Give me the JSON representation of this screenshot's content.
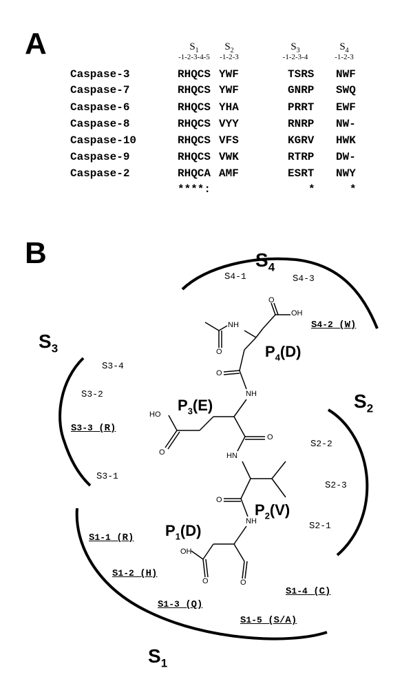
{
  "panels": {
    "a": {
      "letter": "A"
    },
    "b": {
      "letter": "B"
    }
  },
  "subsites_header": [
    {
      "label": "S",
      "sub": "1",
      "positions": "-1-2-3-4-5"
    },
    {
      "label": "S",
      "sub": "2",
      "positions": "-1-2-3"
    },
    {
      "label": "S",
      "sub": "3",
      "positions": "-1-2-3-4"
    },
    {
      "label": "S",
      "sub": "4",
      "positions": "-1-2-3"
    }
  ],
  "alignment": [
    {
      "name": "Caspase-3",
      "s1": "RHQCS",
      "s2": "YWF",
      "s3": "TSRS",
      "s4": "NWF"
    },
    {
      "name": "Caspase-7",
      "s1": "RHQCS",
      "s2": "YWF",
      "s3": "GNRP",
      "s4": "SWQ"
    },
    {
      "name": "Caspase-6",
      "s1": "RHQCS",
      "s2": "YHA",
      "s3": "PRRT",
      "s4": "EWF"
    },
    {
      "name": "Caspase-8",
      "s1": "RHQCS",
      "s2": "VYY",
      "s3": "RNRP",
      "s4": "NW-"
    },
    {
      "name": "Caspase-10",
      "s1": "RHQCS",
      "s2": "VFS",
      "s3": "KGRV",
      "s4": "HWK"
    },
    {
      "name": "Caspase-9",
      "s1": "RHQCS",
      "s2": "VWK",
      "s3": "RTRP",
      "s4": "DW-"
    },
    {
      "name": "Caspase-2",
      "s1": "RHQCA",
      "s2": "AMF",
      "s3": "ESRT",
      "s4": "NWY"
    }
  ],
  "conservation": {
    "s1": "****:",
    "s2": "",
    "s3": "*",
    "s4": "*"
  },
  "site_labels": {
    "S1": {
      "main": "S",
      "sub": "1"
    },
    "S2": {
      "main": "S",
      "sub": "2"
    },
    "S3": {
      "main": "S",
      "sub": "3"
    },
    "S4": {
      "main": "S",
      "sub": "4"
    }
  },
  "subsites": {
    "s4_1": {
      "base": "S",
      "sub": "4-1",
      "res": ""
    },
    "s4_3": {
      "base": "S",
      "sub": "4-3",
      "res": ""
    },
    "s4_2": {
      "base": "S",
      "sub": "4-2",
      "res": " (W)"
    },
    "s3_4": {
      "base": "S",
      "sub": "3-4",
      "res": ""
    },
    "s3_2": {
      "base": "S",
      "sub": "3-2",
      "res": ""
    },
    "s3_3": {
      "base": "S",
      "sub": "3-3",
      "res": " (R)"
    },
    "s3_1": {
      "base": "S",
      "sub": "3-1",
      "res": ""
    },
    "s2_2": {
      "base": "S",
      "sub": "2-2",
      "res": ""
    },
    "s2_3": {
      "base": "S",
      "sub": "2-3",
      "res": ""
    },
    "s2_1": {
      "base": "S",
      "sub": "2-1",
      "res": ""
    },
    "s1_1": {
      "base": "S",
      "sub": "1-1",
      "res": " (R)"
    },
    "s1_2": {
      "base": "S",
      "sub": "1-2",
      "res": " (H)"
    },
    "s1_3": {
      "base": "S",
      "sub": "1-3",
      "res": " (Q)"
    },
    "s1_4": {
      "base": "S",
      "sub": "1-4",
      "res": " (C)"
    },
    "s1_5": {
      "base": "S",
      "sub": "1-5",
      "res": " (S/A)"
    }
  },
  "residues": {
    "p4": {
      "main": "P",
      "sub": "4",
      "aa": "(D)"
    },
    "p3": {
      "main": "P",
      "sub": "3",
      "aa": "(E)"
    },
    "p2": {
      "main": "P",
      "sub": "2",
      "aa": "(V)"
    },
    "p1": {
      "main": "P",
      "sub": "1",
      "aa": "(D)"
    }
  },
  "atoms": {
    "oh": "OH",
    "ho": "HO",
    "nh": "NH",
    "hn": "HN",
    "o": "O"
  }
}
